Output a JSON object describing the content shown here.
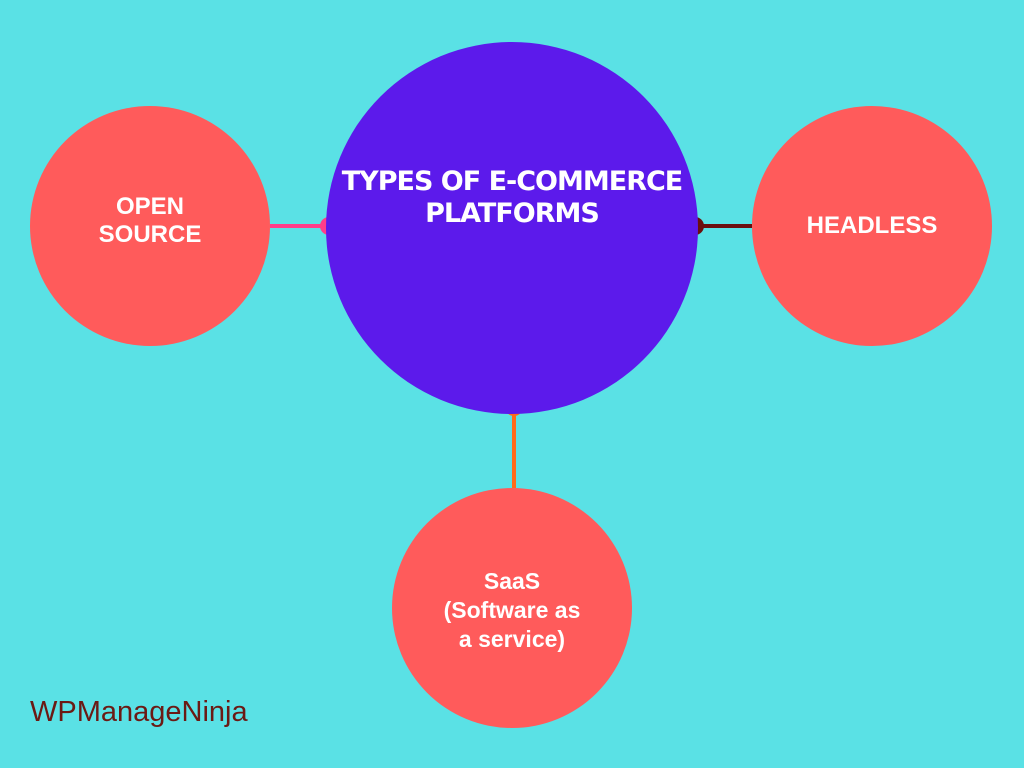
{
  "background_color": "#5ae1e5",
  "center": {
    "label": "TYPES OF E-COMMERCE\nPLATFORMS",
    "color": "#5c1aeb"
  },
  "branches": [
    {
      "id": "left",
      "label": "OPEN\nSOURCE",
      "color": "#ff5b5b",
      "connector_color": "#ff3d8a"
    },
    {
      "id": "right",
      "label": "HEADLESS",
      "color": "#ff5b5b",
      "connector_color": "#6b0e0e"
    },
    {
      "id": "bottom",
      "label": "SaaS\n(Software as\na service)",
      "color": "#ff5b5b",
      "connector_color": "#ff6a1a"
    }
  ],
  "brand": {
    "text": "WPManageNinja",
    "color": "#6b1a14"
  }
}
